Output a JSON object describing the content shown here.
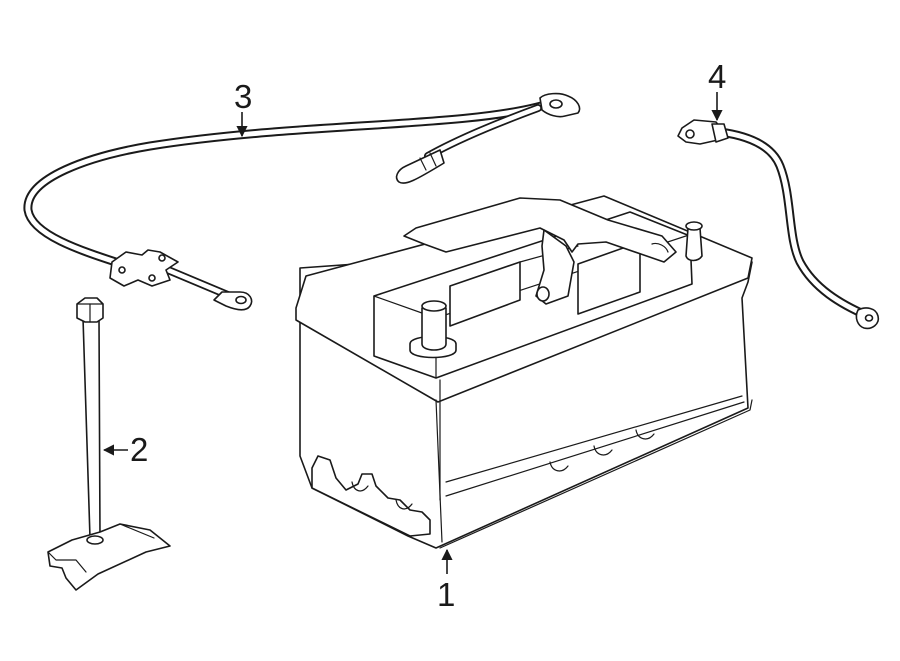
{
  "callouts": [
    {
      "number": "1",
      "part": "battery"
    },
    {
      "number": "2",
      "part": "hold-down"
    },
    {
      "number": "3",
      "part": "positive-cable"
    },
    {
      "number": "4",
      "part": "negative-cable"
    }
  ]
}
